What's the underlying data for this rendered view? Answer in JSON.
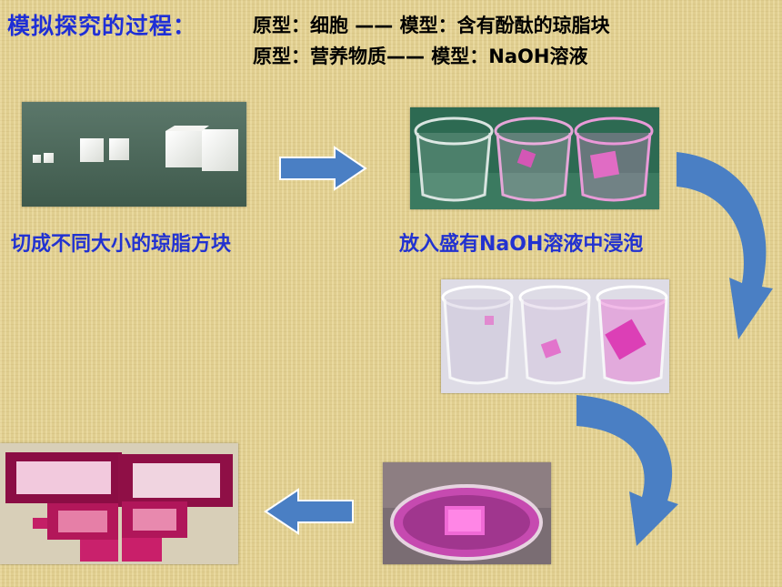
{
  "header": {
    "title": "模拟探究的过程：",
    "line1": "原型：细胞 —— 模型：含有酚酞的琼脂块",
    "line2": "原型：营养物质—— 模型：NaOH溶液"
  },
  "captions": {
    "step1": "切成不同大小的琼脂方块",
    "step2": "放入盛有NaOH溶液中浸泡"
  },
  "arrows": {
    "color": "#4a7fc4"
  }
}
